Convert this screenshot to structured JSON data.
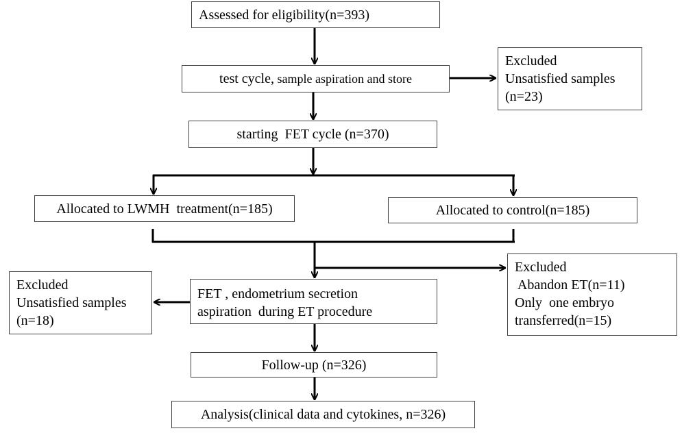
{
  "flowchart": {
    "assessed": "Assessed for eligibility(n=393)",
    "test_cycle": {
      "main": "test cycle,",
      "rest": " sample aspiration and store"
    },
    "excluded_1": {
      "title": "Excluded",
      "reason": "Unsatisfied samples",
      "count": "(n=23)"
    },
    "starting": "starting  FET cycle (n=370)",
    "lwmh": "Allocated to LWMH  treatment(n=185)",
    "control": "Allocated to control(n=185)",
    "excluded_2": {
      "title": "Excluded",
      "line1": " Abandon ET(n=11)",
      "line2": "Only  one embryo",
      "line3": "transferred(n=15)"
    },
    "fet": {
      "line1": "FET , endometrium secretion",
      "line2": "aspiration  during ET procedure"
    },
    "excluded_3": {
      "title": "Excluded",
      "reason": "Unsatisfied samples",
      "count": "(n=18)"
    },
    "followup": "Follow-up (n=326)",
    "analysis": "Analysis(clinical data and cytokines, n=326)"
  }
}
